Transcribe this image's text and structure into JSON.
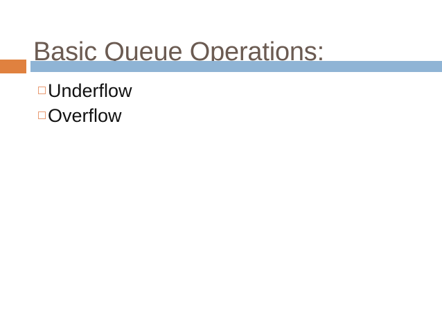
{
  "slide": {
    "title": "Basic Queue Operations:",
    "colors": {
      "title_text": "#6b5b52",
      "accent_block": "#e0813f",
      "accent_bar": "#8fb4d5",
      "bullet_marker": "#e89a72",
      "body_text": "#111111",
      "background": "#ffffff"
    },
    "divider": {
      "block_name": "orange-accent-block",
      "bar_name": "blue-accent-bar"
    },
    "bullets": [
      {
        "marker": "hollow-square-bullet",
        "text": "Underflow"
      },
      {
        "marker": "hollow-square-bullet",
        "text": "Overflow"
      }
    ]
  }
}
